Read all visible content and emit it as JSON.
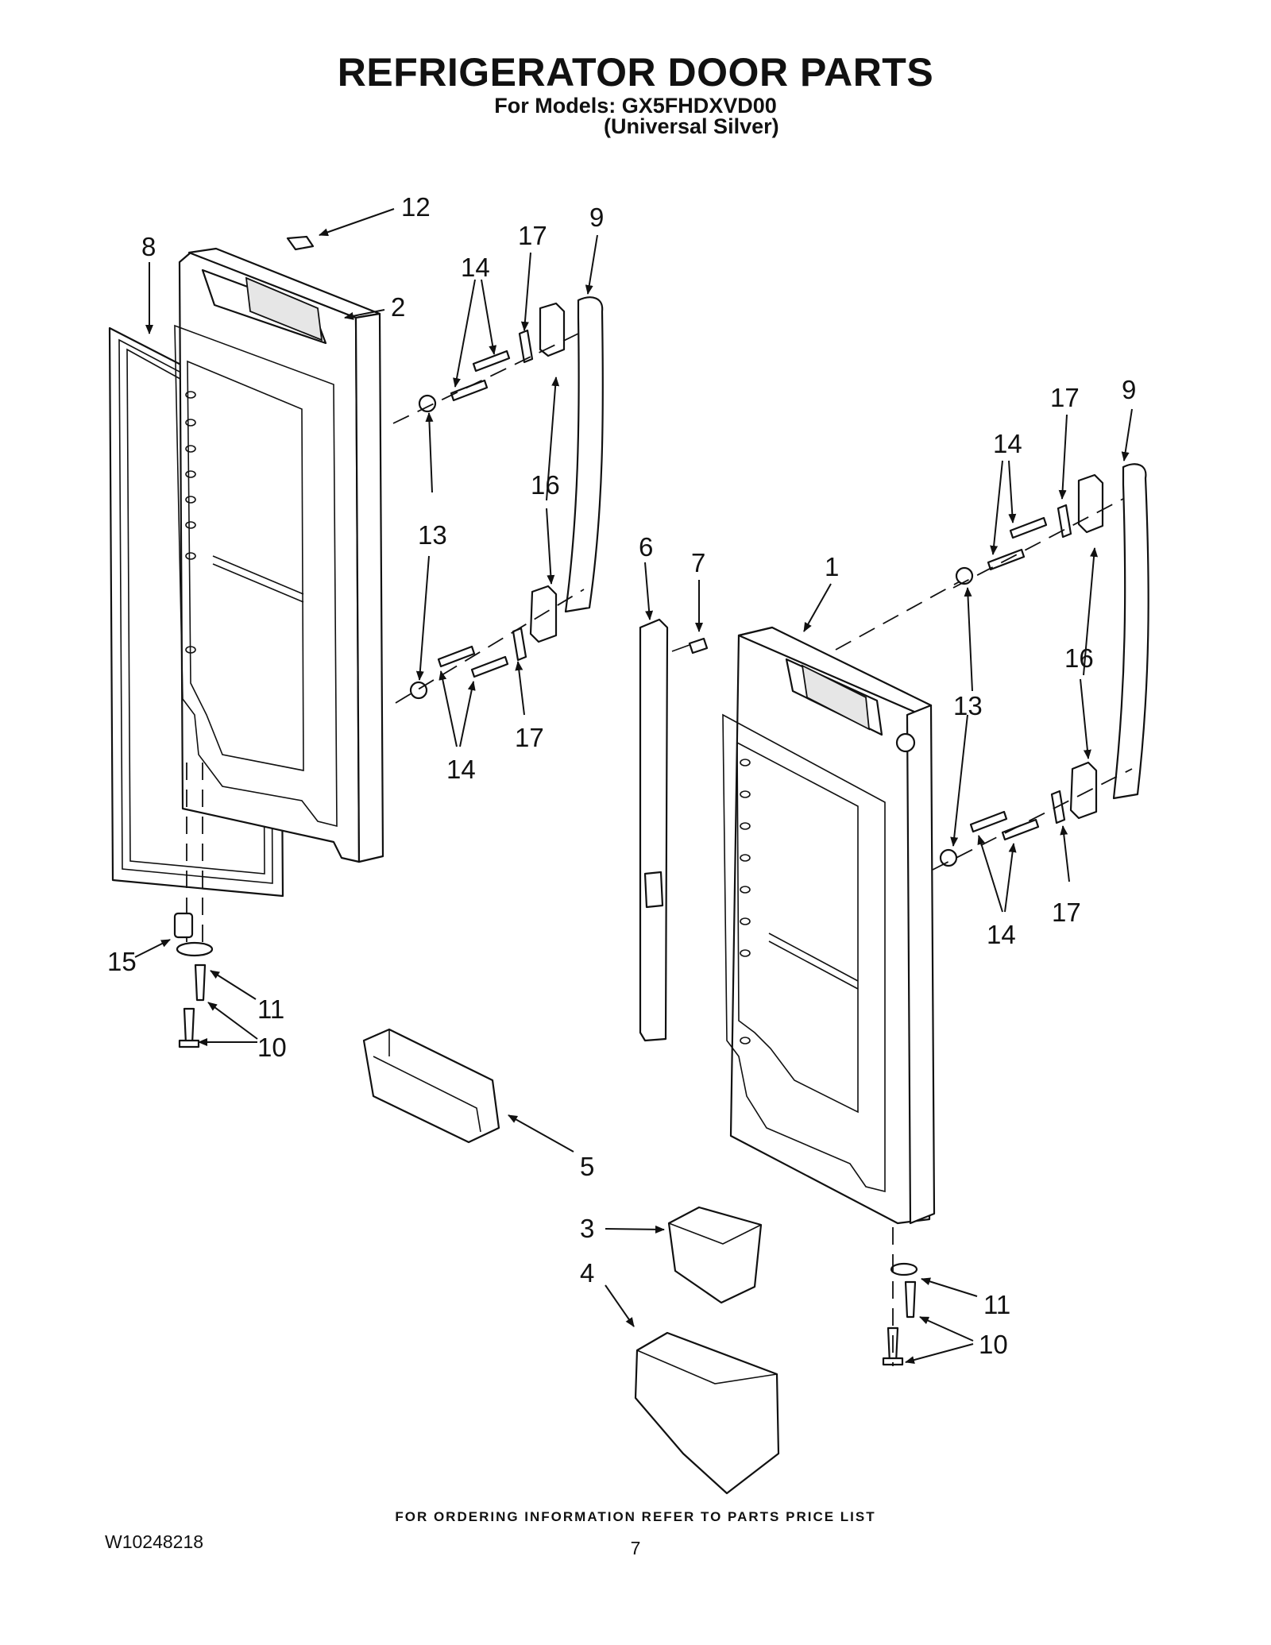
{
  "header": {
    "title": "REFRIGERATOR DOOR PARTS",
    "models_line": "For Models: GX5FHDXVD00",
    "color_line": "(Universal Silver)"
  },
  "footer": {
    "ordering_note": "FOR ORDERING INFORMATION REFER TO PARTS PRICE LIST",
    "document_code": "W10248218",
    "page_number": "7"
  },
  "callouts": {
    "c1": "1",
    "c2": "2",
    "c3": "3",
    "c4": "4",
    "c5": "5",
    "c6": "6",
    "c7": "7",
    "c8": "8",
    "c9a": "9",
    "c9b": "9",
    "c10a": "10",
    "c10b": "10",
    "c11a": "11",
    "c11b": "11",
    "c12": "12",
    "c13a": "13",
    "c13b": "13",
    "c14a": "14",
    "c14b": "14",
    "c14c": "14",
    "c14d": "14",
    "c15": "15",
    "c16a": "16",
    "c16b": "16",
    "c17a": "17",
    "c17b": "17",
    "c17c": "17",
    "c17d": "17"
  }
}
